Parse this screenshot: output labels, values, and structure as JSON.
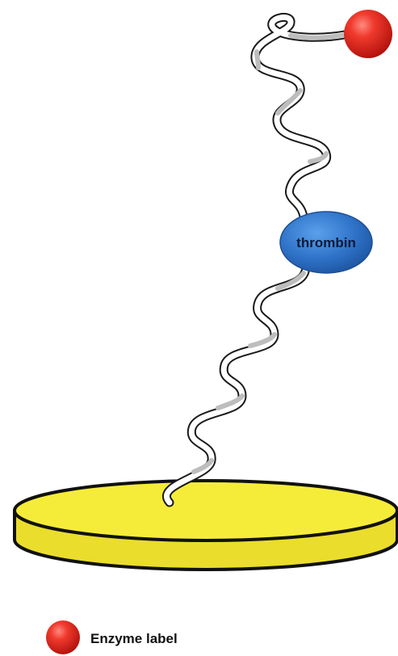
{
  "diagram": {
    "protein_label": "thrombin",
    "legend": {
      "label": "Enzyme label"
    }
  },
  "colors": {
    "surface_fill": "#f5ec3a",
    "surface_edge": "#111111",
    "strand_fill": "#c8c8c8",
    "strand_outline": "#1a1a1a",
    "thrombin_fill": "#2f73c9",
    "enzyme_label": "#e3241f"
  },
  "icons": {
    "enzyme": "red-sphere",
    "surface": "gold-disk",
    "aptamer": "ribbon-helix",
    "protein": "blue-ellipse"
  }
}
